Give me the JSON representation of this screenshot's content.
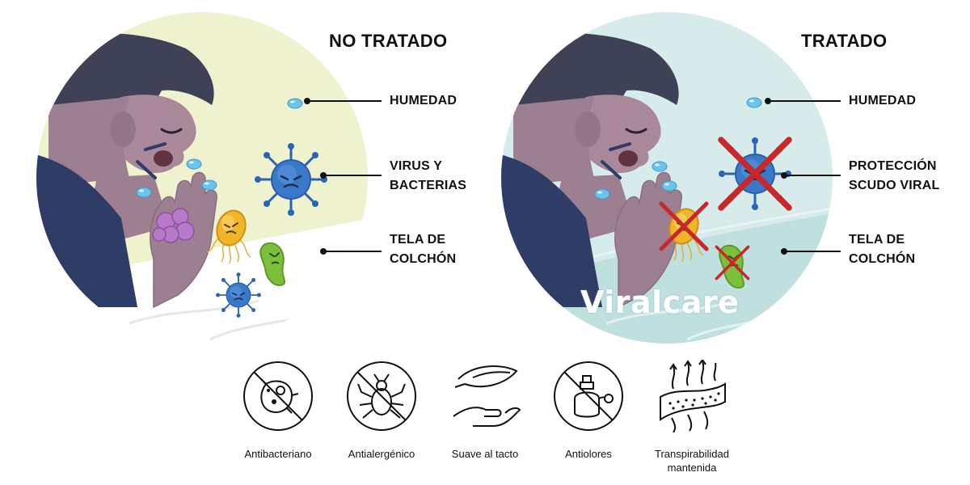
{
  "untreated": {
    "title": "NO TRATADO",
    "labels": {
      "humidity": "HUMEDAD",
      "virus_line1": "VIRUS Y",
      "virus_line2": "BACTERIAS",
      "fabric_line1": "TELA DE",
      "fabric_line2": "COLCHÓN"
    },
    "background_color": "#eef2cf"
  },
  "treated": {
    "title": "TRATADO",
    "labels": {
      "humidity": "HUMEDAD",
      "protection_line1": "PROTECCIÓN",
      "protection_line2": "SCUDO VIRAL",
      "fabric_line1": "TELA DE",
      "fabric_line2": "COLCHÓN"
    },
    "brand": "Viralcare",
    "background_color": "#d7ecea"
  },
  "features": [
    {
      "icon": "no-bacteria-icon",
      "label": "Antibacteriano"
    },
    {
      "icon": "no-mite-icon",
      "label": "Antialergénico"
    },
    {
      "icon": "feather-hand-icon",
      "label": "Suave al tacto"
    },
    {
      "icon": "no-odor-icon",
      "label": "Antiolores"
    },
    {
      "icon": "breathable-fabric-icon",
      "label": "Transpirabilidad",
      "label_line2": "mantenida"
    }
  ],
  "colors": {
    "hair": "#3f4257",
    "skin": "#9c7f90",
    "shirt": "#2f3c66",
    "virus": "#3a78c9",
    "bacteria_yellow": "#f1b52a",
    "bacteria_green": "#7cbf3b",
    "cross": "#c8282c"
  }
}
